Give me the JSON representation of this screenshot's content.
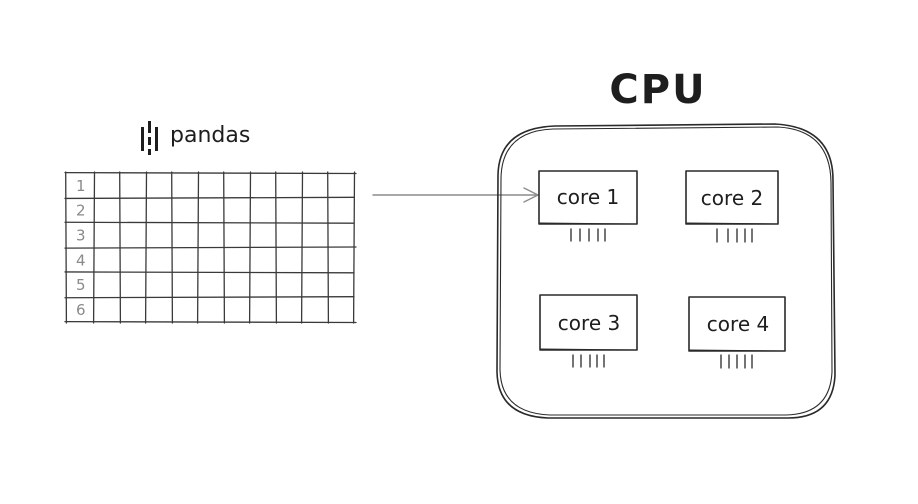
{
  "title": "CPU",
  "library": {
    "name": "pandas",
    "icon": "pandas-logo-icon"
  },
  "table": {
    "row_labels": [
      "1",
      "2",
      "3",
      "4",
      "5",
      "6"
    ],
    "column_count": 11
  },
  "cores": [
    {
      "label": "core 1"
    },
    {
      "label": "core 2"
    },
    {
      "label": "core 3"
    },
    {
      "label": "core 4"
    }
  ],
  "colors": {
    "stroke": "#2a2a2a",
    "grid": "#3a3a3a",
    "row_number": "#8a8a8a",
    "arrow": "#8c8c8c"
  }
}
